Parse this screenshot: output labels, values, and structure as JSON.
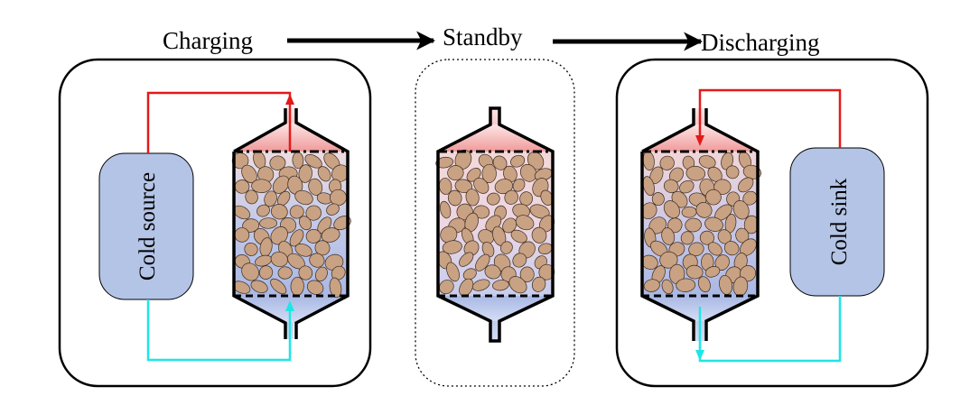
{
  "phases": {
    "charging": "Charging",
    "standby": "Standby",
    "discharging": "Discharging"
  },
  "units": {
    "cold_source": "Cold source",
    "cold_sink": "Cold sink"
  },
  "colors": {
    "hot_line": "#e31a1a",
    "cold_line": "#1ee6e6",
    "hot_zone": "#f4a4a4",
    "cold_zone": "#b4c2e6",
    "unit_fill": "#b4c4e6",
    "pebble": "#c9a283",
    "pebble_stroke": "#3a2a20"
  }
}
